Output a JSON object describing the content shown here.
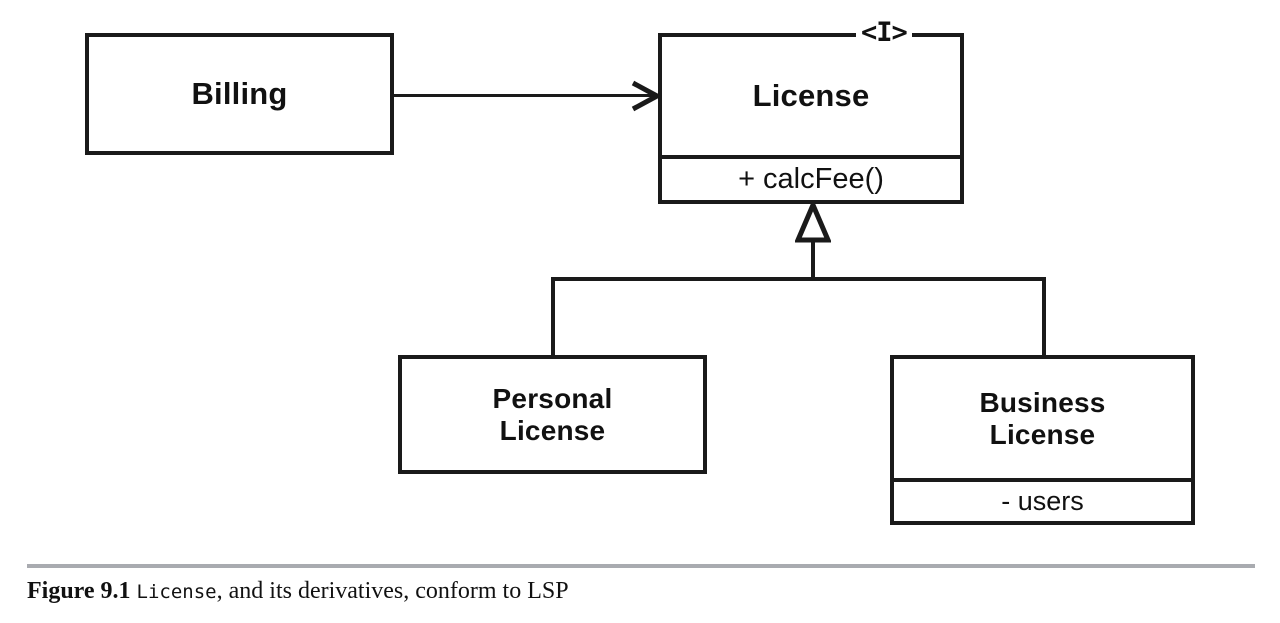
{
  "diagram": {
    "type": "uml-class-diagram",
    "background": "#ffffff",
    "stroke_color": "#1a1a1a",
    "classes": [
      {
        "id": "billing",
        "name": "Billing",
        "stereotype": "",
        "compartments": []
      },
      {
        "id": "license",
        "name": "License",
        "stereotype": "<I>",
        "compartments": [
          "+ calcFee()"
        ]
      },
      {
        "id": "personal-license",
        "name_line1": "Personal",
        "name_line2": "License",
        "stereotype": "",
        "compartments": []
      },
      {
        "id": "business-license",
        "name_line1": "Business",
        "name_line2": "License",
        "stereotype": "",
        "compartments": [
          "- users"
        ]
      }
    ],
    "relationships": [
      {
        "kind": "association",
        "from": "Billing",
        "to": "License",
        "arrow": "open-arrowhead"
      },
      {
        "kind": "generalization",
        "from": "Personal License",
        "to": "License",
        "arrow": "hollow-triangle"
      },
      {
        "kind": "generalization",
        "from": "Business License",
        "to": "License",
        "arrow": "hollow-triangle"
      }
    ]
  },
  "caption": {
    "figure_label": "Figure 9.1",
    "code_term": "License",
    "rest": ", and its derivatives, conform to LSP",
    "rule_color": "#a9abb0"
  }
}
